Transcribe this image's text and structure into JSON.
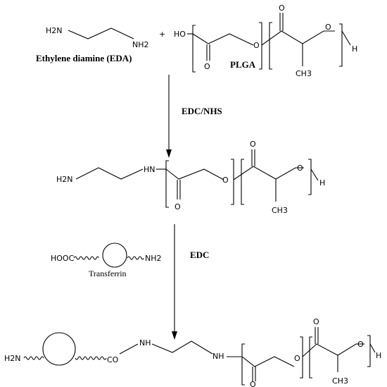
{
  "reactants": {
    "eda_left": "H2N",
    "eda_right": "NH2",
    "eda_caption": "Ethylene diamine (EDA)",
    "plus": "+",
    "ho": "HO",
    "plga_label": "PLGA",
    "carbonyl_o": "O",
    "ester_o": "O",
    "methyl": "CH3",
    "terminal_h": "H"
  },
  "step1": {
    "reagent": "EDC/NHS"
  },
  "intermediate": {
    "amine": "H2N",
    "amide_n": "HN",
    "carbonyl_o": "O",
    "ester_o": "O",
    "methyl": "CH3",
    "terminal_h": "H"
  },
  "step2": {
    "transferrin_left": "HOOC",
    "transferrin_right": "NH2",
    "transferrin_caption": "Transferrin",
    "reagent": "EDC"
  },
  "product": {
    "amine": "H2N",
    "co": "CO",
    "nh1": "NH",
    "nh2": "NH",
    "carbonyl_o": "O",
    "ester_o": "O",
    "methyl": "CH3",
    "terminal_h": "H"
  }
}
